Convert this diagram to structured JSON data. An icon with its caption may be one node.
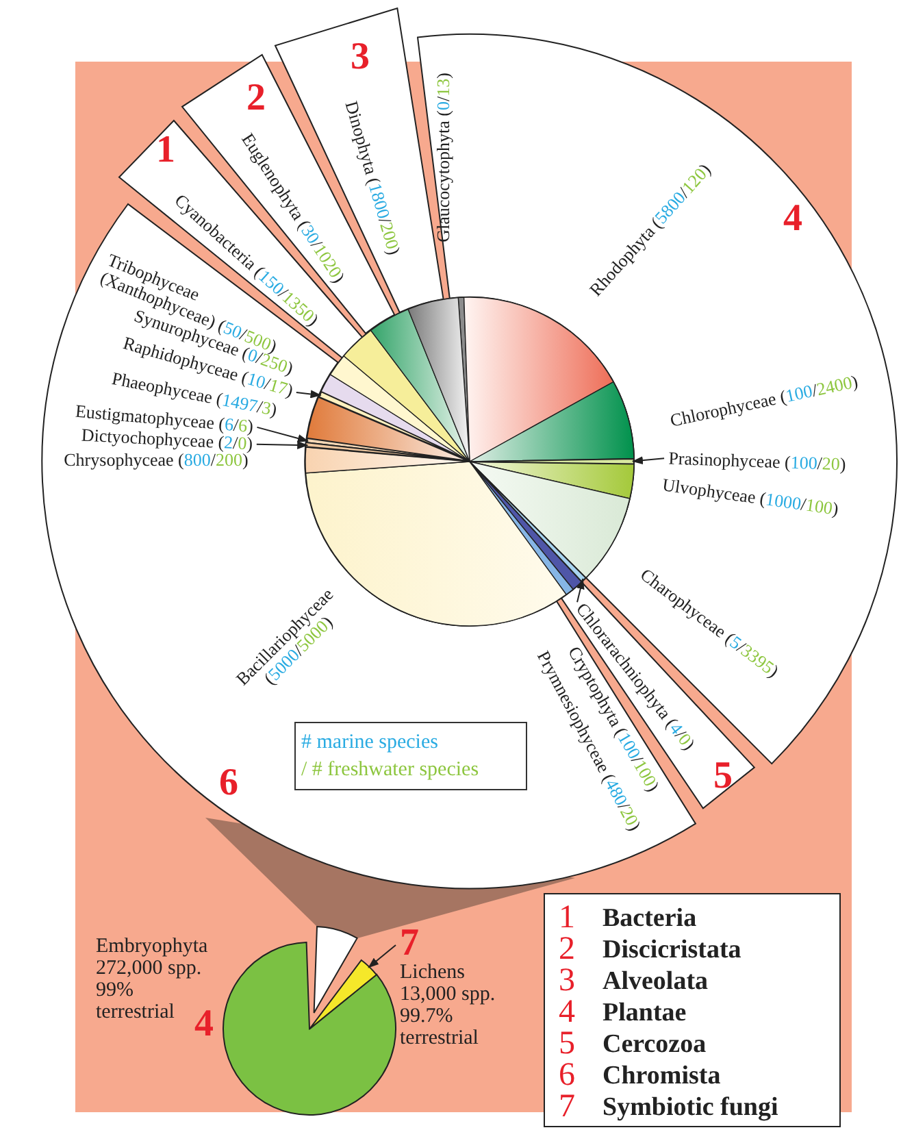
{
  "diagram": {
    "nodes": [
      {
        "text": [
          "1"
        ]
      },
      {
        "text": [
          "Cyanobacteria (150/1350)"
        ],
        "in": 0
      },
      {
        "text": [
          "2"
        ]
      },
      {
        "text": [
          "Euglenophyta (30/1020)"
        ],
        "in": 2
      },
      {
        "text": [
          "3"
        ]
      },
      {
        "text": [
          "Dinophyta (1800/200)"
        ],
        "in": 4
      },
      {
        "text": [
          "4"
        ]
      },
      {
        "text": [
          "Glaucocytophyta (0/13)"
        ],
        "in": 6
      },
      {
        "text": [
          "Rhodophyta (5800/120)"
        ],
        "in": 6
      },
      {
        "text": [
          "Chlorophyceae (100/2400)"
        ],
        "in": 6
      },
      {
        "text": [
          "Prasinophyceae (100/20)"
        ],
        "in": 6
      },
      {
        "text": [
          "Ulvophyceae (1000/100)"
        ],
        "in": 6
      },
      {
        "text": [
          "Charophyceae (5/3395)"
        ],
        "in": 6
      },
      {
        "text": [
          "5"
        ]
      },
      {
        "text": [
          "Chlorarachniophyta (4/0)"
        ],
        "in": 13
      },
      {
        "text": [
          "6"
        ]
      },
      {
        "text": [
          "Tribophyceae (Xanthophyceae) (50/500)"
        ],
        "in": 15
      },
      {
        "text": [
          "Synurophyceae (0/250)"
        ],
        "in": 15
      },
      {
        "text": [
          "Raphidophyceae (10/17)"
        ],
        "in": 15
      },
      {
        "text": [
          "Phaeophyceae (1497/3)"
        ],
        "in": 15
      },
      {
        "text": [
          "Eustigmatophyceae (6/6)"
        ],
        "in": 15
      },
      {
        "text": [
          "Dictyochophyceae (2/0)"
        ],
        "in": 15
      },
      {
        "text": [
          "Chrysophyceae (800/200)"
        ],
        "in": 15
      },
      {
        "text": [
          "Bacillariophyceae (5000/5000)"
        ],
        "in": 15
      },
      {
        "text": [
          "Cryptophyta (100/100)"
        ],
        "in": 15
      },
      {
        "text": [
          "Prymnesiophyceae (480/20)"
        ],
        "in": 15
      },
      {
        "text": [],
        "shape": "wedge"
      },
      {
        "text": [],
        "shape": "wedge"
      },
      {
        "text": [],
        "shape": "wedge"
      },
      {
        "text": [],
        "shape": "wedge"
      },
      {
        "text": [],
        "shape": "wedge"
      },
      {
        "text": [
          "7",
          "Lichens 13,000 spp. 99.7% terrestrial"
        ]
      },
      {
        "text": [],
        "shape": "wedge"
      }
    ],
    "edges": [
      {
        "from": 18,
        "to": 26,
        "arrow": "to"
      },
      {
        "from": 20,
        "to": 27,
        "arrow": "to"
      },
      {
        "from": 21,
        "to": 28,
        "arrow": "to"
      },
      {
        "from": 10,
        "to": 29,
        "arrow": "to"
      },
      {
        "from": 14,
        "to": 30,
        "arrow": "to"
      },
      {
        "from": 31,
        "to": 32,
        "arrow": "to"
      }
    ],
    "labels": [
      "Embryophyta 272,000 spp. 99% terrestrial",
      "4",
      "1",
      "Bacteria",
      "2",
      "Discicristata",
      "3",
      "Alveolata",
      "4",
      "Plantae",
      "5",
      "Cercozoa",
      "6",
      "Chromista",
      "7",
      "Symbiotic fungi"
    ],
    "legend": [
      {
        "text": "# marine species",
        "color": "#29abe2"
      },
      {
        "text": "/ # freshwater species",
        "color": "#8dc63f"
      }
    ]
  }
}
